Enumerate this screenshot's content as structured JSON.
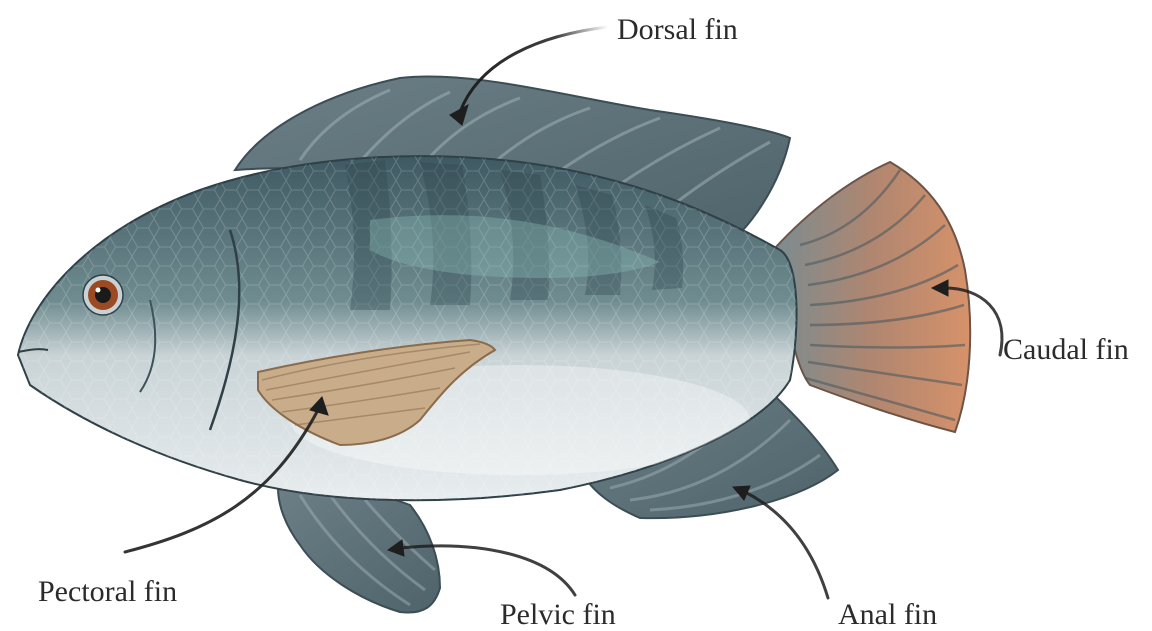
{
  "labels": {
    "dorsal": "Dorsal fin",
    "caudal": "Caudal fin",
    "pectoral": "Pectoral fin",
    "pelvic": "Pelvic fin",
    "anal": "Anal fin"
  },
  "colors": {
    "fin_dark": "#5d7078",
    "body_dark": "#4e6870",
    "belly": "#dfe5e8",
    "pectoral_fin": "#c9ac8a",
    "caudal_fin": "#c88e6a",
    "eye": "#9b4a24",
    "arrow": "#1e1e1e"
  }
}
